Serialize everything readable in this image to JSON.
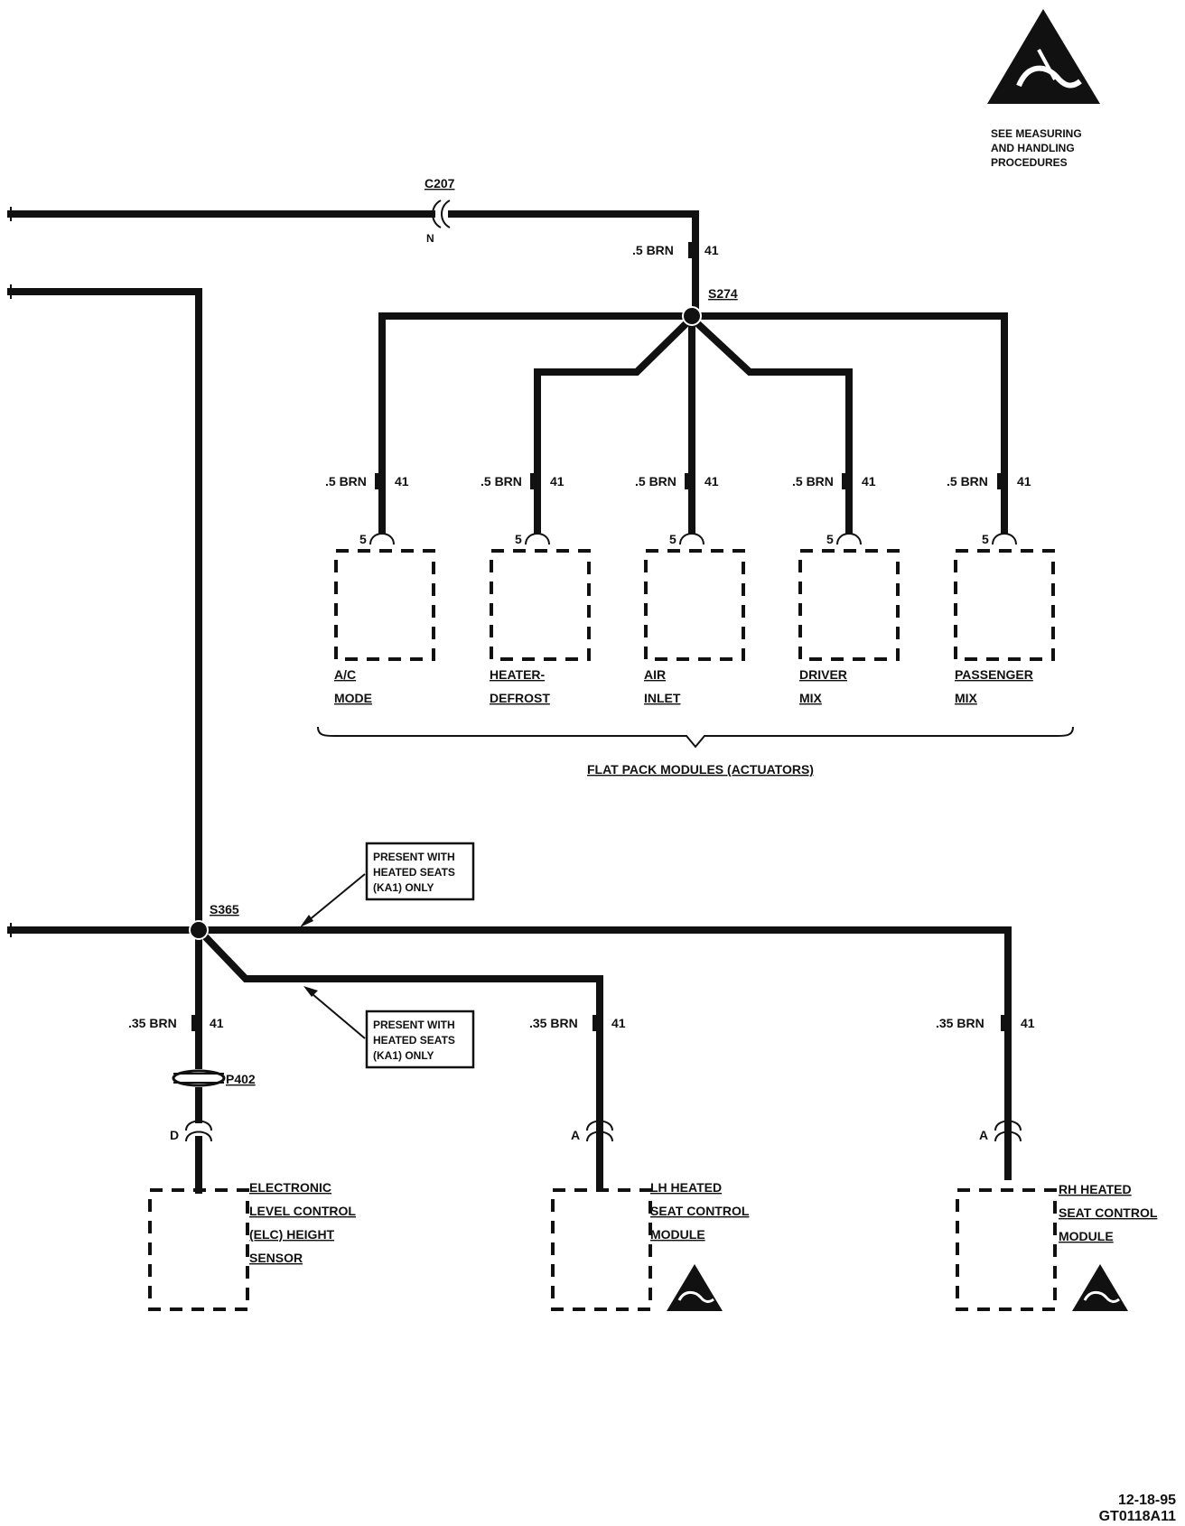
{
  "esd_notice": {
    "line1": "SEE MEASURING",
    "line2": "AND HANDLING",
    "line3": "PROCEDURES"
  },
  "connectors": {
    "c207": {
      "name": "C207",
      "pin": "N"
    },
    "p402": {
      "name": "P402",
      "pin": "D"
    }
  },
  "splices": {
    "s274": "S274",
    "s365": "S365"
  },
  "wires": {
    "main_gauge": ".5 BRN",
    "main_circuit": "41",
    "branch_gauge": ".35 BRN",
    "branch_circuit": "41"
  },
  "actuators": [
    {
      "pin": "5",
      "gauge": ".5 BRN",
      "circuit": "41",
      "line1": "A/C",
      "line2": "MODE"
    },
    {
      "pin": "5",
      "gauge": ".5 BRN",
      "circuit": "41",
      "line1": "HEATER-",
      "line2": "DEFROST"
    },
    {
      "pin": "5",
      "gauge": ".5 BRN",
      "circuit": "41",
      "line1": "AIR",
      "line2": "INLET"
    },
    {
      "pin": "5",
      "gauge": ".5 BRN",
      "circuit": "41",
      "line1": "DRIVER",
      "line2": "MIX"
    },
    {
      "pin": "5",
      "gauge": ".5 BRN",
      "circuit": "41",
      "line1": "PASSENGER",
      "line2": "MIX"
    }
  ],
  "actuator_group_label": "FLAT PACK MODULES (ACTUATORS)",
  "notes": [
    {
      "line1": "PRESENT WITH",
      "line2": "HEATED SEATS",
      "line3": "(KA1) ONLY"
    },
    {
      "line1": "PRESENT WITH",
      "line2": "HEATED SEATS",
      "line3": "(KA1) ONLY"
    }
  ],
  "bottom_modules": {
    "elc": {
      "pin": "D",
      "line1": "ELECTRONIC",
      "line2": "LEVEL CONTROL",
      "line3": "(ELC) HEIGHT",
      "line4": "SENSOR"
    },
    "lh": {
      "pin": "A",
      "line1": "LH HEATED",
      "line2": "SEAT CONTROL",
      "line3": "MODULE"
    },
    "rh": {
      "pin": "A",
      "line1": "RH HEATED",
      "line2": "SEAT CONTROL",
      "line3": "MODULE"
    }
  },
  "footer": {
    "date": "12-18-95",
    "code": "GT0118A11"
  }
}
